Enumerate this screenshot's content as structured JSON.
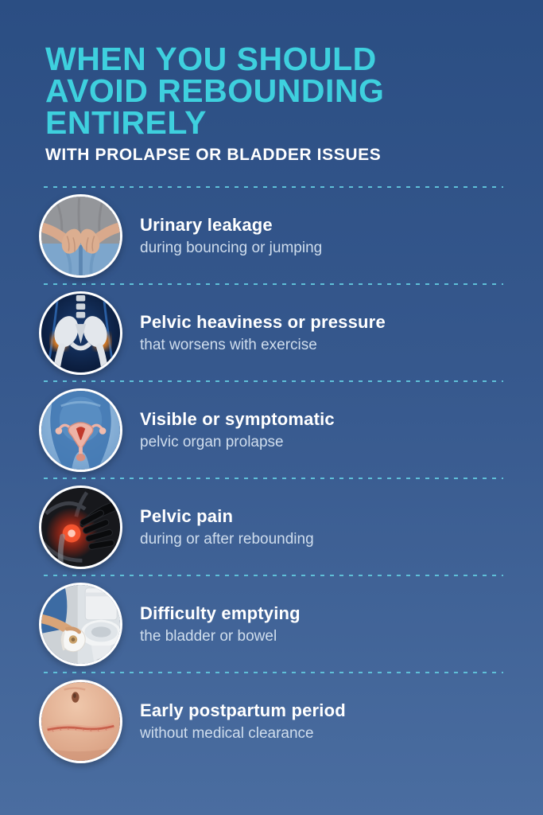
{
  "header": {
    "title": "WHEN YOU SHOULD\nAVOID REBOUNDING\nENTIRELY",
    "subtitle": "WITH PROLAPSE OR BLADDER ISSUES"
  },
  "colors": {
    "background_top": "#2b4e83",
    "background_bottom": "#4a6da0",
    "title_accent": "#3ed0de",
    "heading_text": "#ffffff",
    "subtext": "#cfdded",
    "dashed_divider": "#5fc0d8",
    "circle_border": "#ffffff"
  },
  "items": [
    {
      "icon": "urinary-leakage-photo",
      "title": "Urinary leakage",
      "subtitle": "during bouncing or jumping"
    },
    {
      "icon": "pelvis-xray-illustration",
      "title": "Pelvic heaviness or pressure",
      "subtitle": "that worsens with exercise"
    },
    {
      "icon": "prolapse-illustration",
      "title": "Visible or symptomatic",
      "subtitle": "pelvic organ prolapse"
    },
    {
      "icon": "pelvic-pain-photo",
      "title": "Pelvic pain",
      "subtitle": "during or after rebounding"
    },
    {
      "icon": "toilet-photo",
      "title": "Difficulty emptying",
      "subtitle": "the bladder or bowel"
    },
    {
      "icon": "belly-scar-photo",
      "title": "Early postpartum period",
      "subtitle": "without medical clearance"
    }
  ]
}
